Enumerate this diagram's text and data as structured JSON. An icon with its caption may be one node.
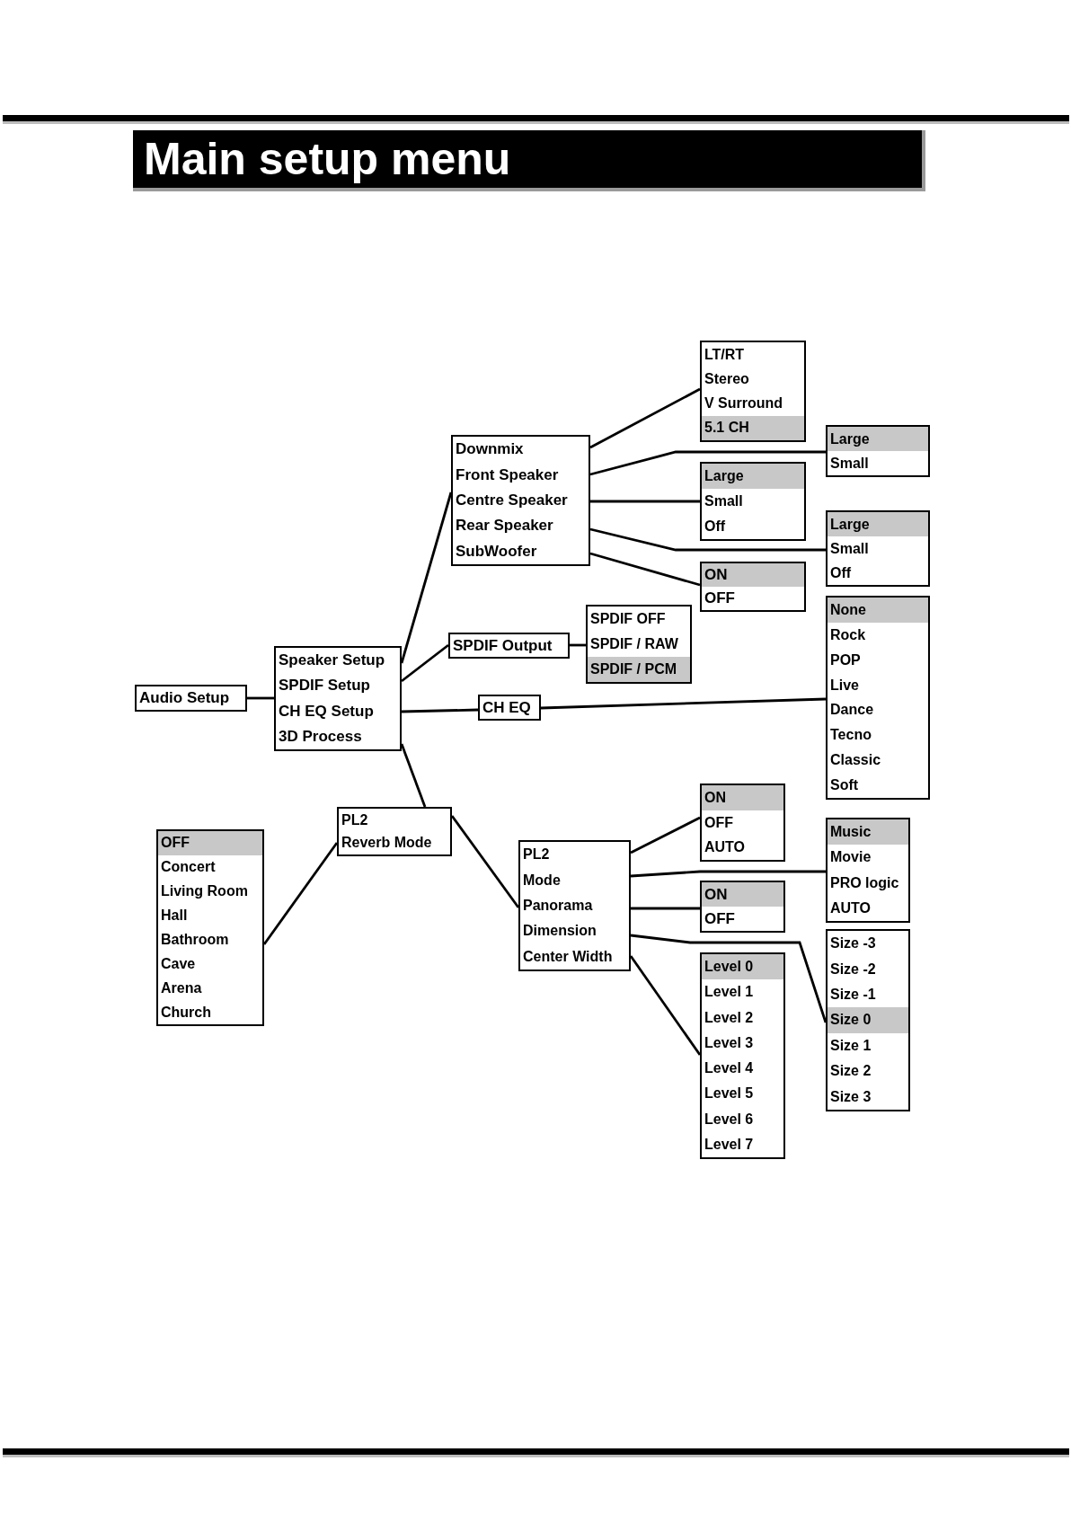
{
  "diagram": {
    "title": "Main setup menu",
    "nodes": [
      {
        "text": [
          "Audio Setup"
        ]
      },
      {
        "text": [
          "Speaker Setup",
          "SPDIF Setup",
          "CH EQ Setup",
          "3D Process"
        ]
      },
      {
        "text": [
          "Downmix",
          "Front Speaker",
          "Centre Speaker",
          "Rear Speaker",
          "SubWoofer"
        ]
      },
      {
        "text": [
          "LT/RT",
          "Stereo",
          "V Surround",
          "5.1 CH"
        ]
      },
      {
        "text": [
          "Large",
          "Small"
        ]
      },
      {
        "text": [
          "Large",
          "Small",
          "Off"
        ]
      },
      {
        "text": [
          "Large",
          "Small",
          "Off"
        ]
      },
      {
        "text": [
          "ON",
          "OFF"
        ]
      },
      {
        "text": [
          "SPDIF Output"
        ]
      },
      {
        "text": [
          "SPDIF OFF",
          "SPDIF / RAW",
          "SPDIF / PCM"
        ]
      },
      {
        "text": [
          "CH EQ"
        ]
      },
      {
        "text": [
          "None",
          "Rock",
          "POP",
          "Live",
          "Dance",
          "Tecno",
          "Classic",
          "Soft"
        ]
      },
      {
        "text": [
          "PL2",
          "Reverb Mode"
        ]
      },
      {
        "text": [
          "OFF",
          "Concert",
          "Living Room",
          "Hall",
          "Bathroom",
          "Cave",
          "Arena",
          "Church"
        ]
      },
      {
        "text": [
          "PL2",
          "Mode",
          "Panorama",
          "Dimension",
          "Center Width"
        ]
      },
      {
        "text": [
          "ON",
          "OFF",
          "AUTO"
        ]
      },
      {
        "text": [
          "Music",
          "Movie",
          "PRO logic",
          "AUTO"
        ]
      },
      {
        "text": [
          "ON",
          "OFF"
        ]
      },
      {
        "text": [
          "Size -3",
          "Size -2",
          "Size -1",
          "Size 0",
          "Size 1",
          "Size 2",
          "Size 3"
        ]
      },
      {
        "text": [
          "Level 0",
          "Level 1",
          "Level 2",
          "Level 3",
          "Level 4",
          "Level 5",
          "Level 6",
          "Level 7"
        ]
      }
    ],
    "edges": [
      {
        "from": 0,
        "to": 1,
        "arrow": "none"
      },
      {
        "from": 1,
        "to": 2,
        "arrow": "none"
      },
      {
        "from": 1,
        "to": 8,
        "arrow": "none"
      },
      {
        "from": 1,
        "to": 10,
        "arrow": "none"
      },
      {
        "from": 1,
        "to": 12,
        "arrow": "none"
      },
      {
        "from": 2,
        "to": 3,
        "arrow": "none"
      },
      {
        "from": 2,
        "to": 4,
        "arrow": "none"
      },
      {
        "from": 2,
        "to": 5,
        "arrow": "none"
      },
      {
        "from": 2,
        "to": 6,
        "arrow": "none"
      },
      {
        "from": 2,
        "to": 7,
        "arrow": "none"
      },
      {
        "from": 8,
        "to": 9,
        "arrow": "none"
      },
      {
        "from": 10,
        "to": 11,
        "arrow": "none"
      },
      {
        "from": 12,
        "to": 13,
        "arrow": "none"
      },
      {
        "from": 12,
        "to": 14,
        "arrow": "none"
      },
      {
        "from": 14,
        "to": 15,
        "arrow": "none"
      },
      {
        "from": 14,
        "to": 16,
        "arrow": "none"
      },
      {
        "from": 14,
        "to": 17,
        "arrow": "none"
      },
      {
        "from": 14,
        "to": 18,
        "arrow": "none"
      },
      {
        "from": 14,
        "to": 19,
        "arrow": "none"
      }
    ]
  }
}
